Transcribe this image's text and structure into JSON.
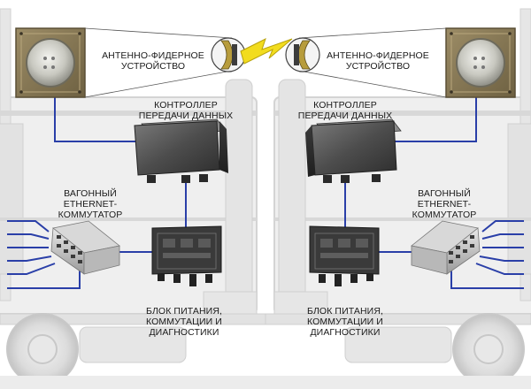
{
  "labels": {
    "antenna": [
      "АНТЕННО-ФИДЕРНОЕ",
      "УСТРОЙСТВО"
    ],
    "controller": [
      "КОНТРОЛЛЕР",
      "ПЕРЕДАЧИ ДАННЫХ"
    ],
    "switch": [
      "ВАГОННЫЙ",
      "ETHERNET-",
      "КОММУТАТОР"
    ],
    "power": [
      "БЛОК ПИТАНИЯ,",
      "КОММУТАЦИИ И",
      "ДИАГНОСТИКИ"
    ]
  },
  "colors": {
    "cable": "#2a3fa8",
    "wagon_outline": "#d7d7d7",
    "wagon_fill": "#ececec",
    "antenna_panel": "#8a7a55",
    "wireless_bolt": "#f2dc1e",
    "device_body": "#4a4a4a"
  },
  "icons": {
    "wireless_link": "lightning-bolt-icon",
    "antenna": "antenna-dish-icon",
    "controller": "controller-box-icon",
    "power_unit": "power-unit-icon",
    "switch": "ethernet-switch-icon"
  }
}
